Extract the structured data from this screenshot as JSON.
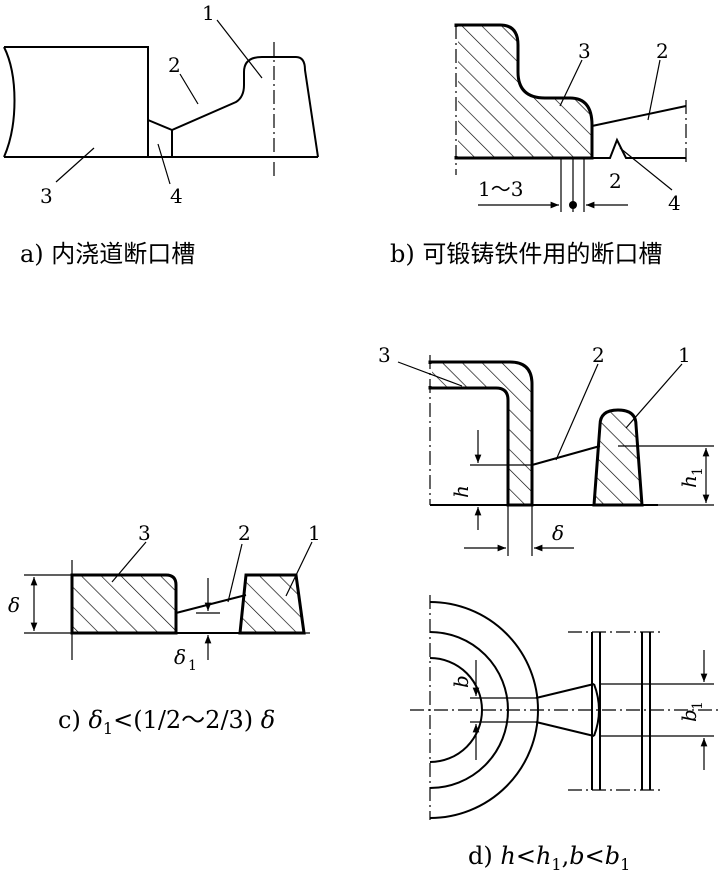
{
  "panel_a": {
    "caption": "a) 内浇道断口槽",
    "labels": {
      "one": "1",
      "two": "2",
      "three": "3",
      "four": "4"
    }
  },
  "panel_b": {
    "caption": "b) 可锻铸铁件用的断口槽",
    "labels": {
      "one": "3",
      "two": "2",
      "three": "2",
      "four": "4"
    },
    "dim_range": "1～3"
  },
  "panel_c": {
    "caption_prefix": "c) ",
    "caption_delta1": "δ",
    "caption_sub": "1",
    "caption_mid": "<(1/2～2/3) ",
    "caption_delta": "δ",
    "labels": {
      "one": "3",
      "two": "2",
      "three": "1"
    },
    "dim_delta": "δ",
    "dim_delta1": "δ",
    "dim_delta1_sub": "1"
  },
  "panel_d": {
    "caption_prefix": "d) ",
    "caption_h": "h",
    "caption_lt1": "<",
    "caption_h1": "h",
    "caption_sub1": "1",
    "caption_comma": ",",
    "caption_b": "b",
    "caption_lt2": "<",
    "caption_b1": "b",
    "caption_sub2": "1",
    "labels": {
      "one": "3",
      "two": "2",
      "three": "1"
    },
    "dim_h": "h",
    "dim_h1": "h",
    "dim_h1_sub": "1",
    "dim_delta": "δ",
    "dim_b": "b",
    "dim_b1": "b",
    "dim_b1_sub": "1"
  }
}
